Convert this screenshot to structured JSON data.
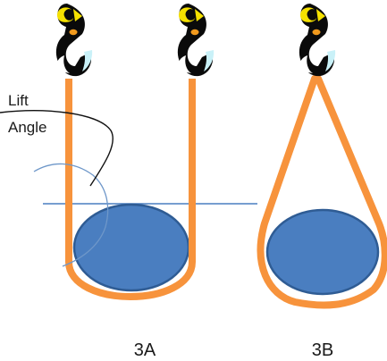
{
  "labels": {
    "lift_angle_line1": "Lift",
    "lift_angle_line2": "Angle",
    "figure_a": "3A",
    "figure_b": "3B"
  },
  "colors": {
    "sling": "#f7933c",
    "load_fill": "#4a7ec0",
    "load_stroke": "#2f5c94",
    "reference_line": "#4a7ec0",
    "hook_black": "#0a0a0a",
    "hook_yellow": "#f5e100",
    "hook_orange": "#f29a1d",
    "hook_tip": "#c9f1f8",
    "angle_arc": "#6e97c9"
  },
  "icons": [
    "crane-hook-icon"
  ]
}
